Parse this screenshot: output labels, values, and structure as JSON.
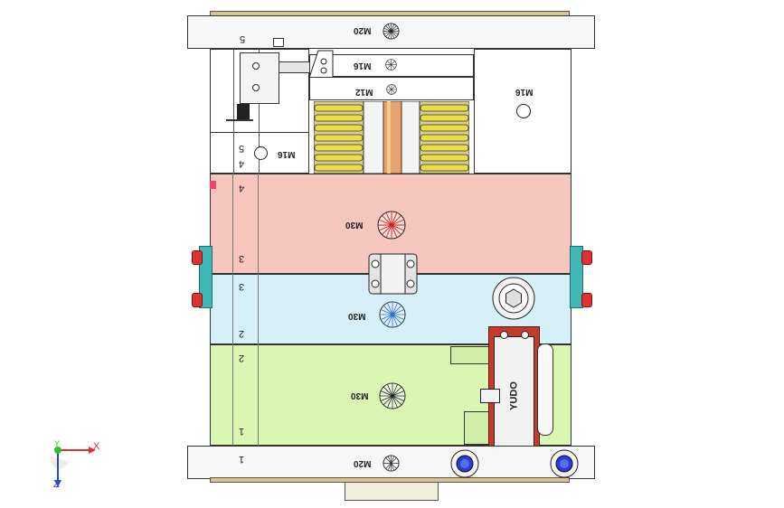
{
  "viewport": {
    "background": "#ffffff",
    "plate_colors": {
      "top_clamp": "#f7f7f7",
      "ejector_area": "#ffffff",
      "cavity_plate": "#f7c6bd",
      "core_plate": "#d6f0f8",
      "bottom_plate": "#d9f7b3",
      "spring": "#e6d84a",
      "sprue": "#e9a36a",
      "accent_red": "#c43b2a",
      "accent_teal": "#3fb7b7"
    }
  },
  "plate_numbers": {
    "top_5": "5",
    "left_5": "5",
    "left_4a": "4",
    "left_4b": "4",
    "left_3a": "3",
    "left_3b": "3",
    "left_2a": "2",
    "left_2b": "2",
    "left_1a": "1",
    "left_1b": "1"
  },
  "thread_labels": {
    "top_clamp": "M20",
    "upper_left_block": "M16",
    "upper_center": "M12",
    "right_column": "M16",
    "ejector_side": "M16",
    "cavity_center": "M30",
    "core_center": "M30",
    "bottom_center": "M30",
    "bottom_clamp": "M20"
  },
  "brand_text": "YUDO",
  "axis_triad": {
    "x_label": "X",
    "y_label": "Y",
    "z_label": "Z",
    "x_color": "#e0312a",
    "y_color": "#2fbf2f",
    "z_color": "#2a45d8"
  }
}
